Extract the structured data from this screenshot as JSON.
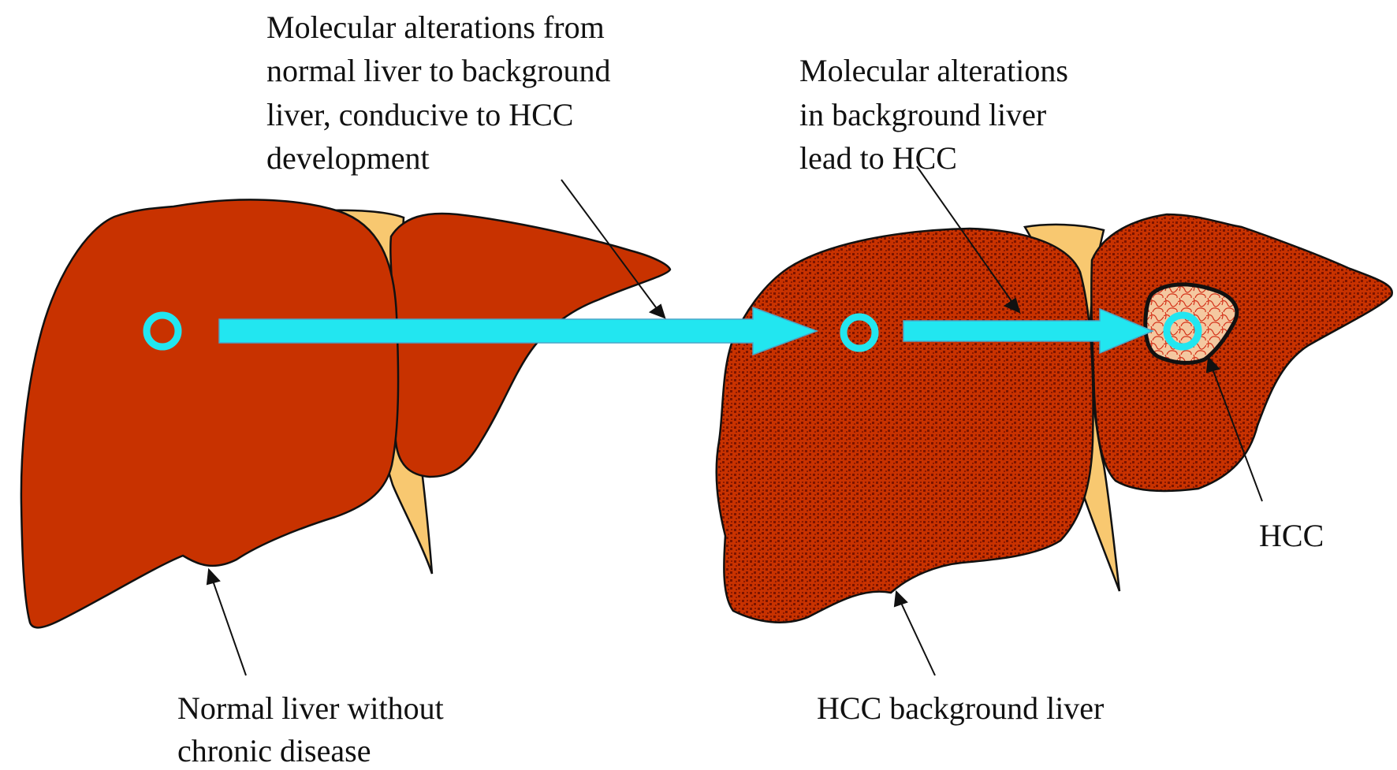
{
  "labels": {
    "top_left": [
      "Molecular alterations from",
      "normal liver to background",
      "liver, conducive to HCC",
      "development"
    ],
    "top_right": [
      "Molecular alterations",
      "in background liver",
      "lead to HCC"
    ],
    "hcc": "HCC",
    "normal_liver": [
      "Normal liver without",
      "chronic disease"
    ],
    "background_liver": "HCC background liver"
  },
  "colors": {
    "liver": "#c83200",
    "liver_texture": "#7a1400",
    "ligament": "#f8c870",
    "arrow": "#22e6f0",
    "tumor": "#f4c8a0",
    "tumor_lines": "#d4321a",
    "outline": "#111111"
  }
}
